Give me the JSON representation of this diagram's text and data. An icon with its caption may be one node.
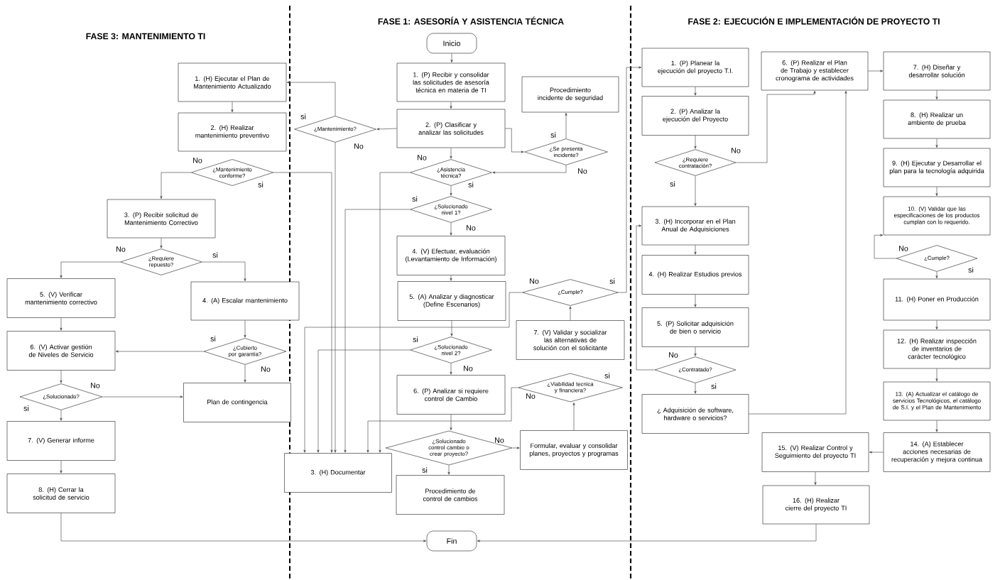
{
  "diagram": {
    "nodes": [
      {
        "text": [
          "Inicio"
        ]
      },
      {
        "text": [
          "1. (P) Recibir y consolidar las solicitudes de asesoría técnica en materia de TI"
        ]
      },
      {
        "text": [
          "2. (P) Clasificar y analizar las solicitudes"
        ]
      },
      {
        "text": [
          "Procedimiento incidente de seguridad"
        ]
      },
      {
        "text": [
          "¿Mantenimiento?"
        ]
      },
      {
        "text": [
          "¿Se presenta incidente?"
        ]
      },
      {
        "text": [
          "¿Asistencia técnica?"
        ]
      },
      {
        "text": [
          "¿Solucionado nivel 1?"
        ]
      },
      {
        "text": [
          "4. (V) Efectuar, evaluación (Levantamiento de Información)"
        ]
      },
      {
        "text": [
          "5. (A) Analizar y diagnosticar (Define Escenarios)"
        ]
      },
      {
        "text": [
          "¿Cumple?"
        ]
      },
      {
        "text": [
          "7. (V) Validar y socializar las alternativas de solución con el solicitante"
        ]
      },
      {
        "text": [
          "¿Solucionado nivel 2?"
        ]
      },
      {
        "text": [
          "6. (P) Analizar si requiere control de Cambio"
        ]
      },
      {
        "text": [
          "¿Viabilidad tecnica y financiera?"
        ]
      },
      {
        "text": [
          "¿Solucionado control cambio o crear proyecto?"
        ]
      },
      {
        "text": [
          "Formular, evaluar y consolidar planes, proyectos y programas"
        ]
      },
      {
        "text": [
          "Procedimiento de control de cambios"
        ]
      },
      {
        "text": [
          "3. (H) Documentar"
        ]
      },
      {
        "text": [
          "Fin"
        ]
      },
      {
        "text": [
          "1. (H) Ejecutar el Plan de Mantenimiento Actualizado"
        ]
      },
      {
        "text": [
          "2. (H) Realizar mantenimiento preventivo"
        ]
      },
      {
        "text": [
          "¿Mantenimiento conforme?"
        ]
      },
      {
        "text": [
          "3. (P) Recibir solicitud de Mantenimiento Correctivo"
        ]
      },
      {
        "text": [
          "¿Requiere repuesto?"
        ]
      },
      {
        "text": [
          "5. (V) Verificar mantenimiento correctivo"
        ]
      },
      {
        "text": [
          "4. (A) Escalar mantenimiento"
        ]
      },
      {
        "text": [
          "6. (V) Activar gestión de Niveles de Servicio"
        ]
      },
      {
        "text": [
          "¿Cubierto por garantía?"
        ]
      },
      {
        "text": [
          "¿Solucionado?"
        ]
      },
      {
        "text": [
          "Plan de contingencia"
        ]
      },
      {
        "text": [
          "7. (V) Generar informe"
        ]
      },
      {
        "text": [
          "8. (H) Cerrar la solicitud de servicio"
        ]
      },
      {
        "text": [
          "1. (P) Planear la ejecución del proyecto T.I."
        ]
      },
      {
        "text": [
          "2. (P) Analizar la ejecución del Proyecto"
        ]
      },
      {
        "text": [
          "¿Requiere contratación?"
        ]
      },
      {
        "text": [
          "6. (P) Realizar el Plan de Trabajo y establecer cronograma de actividades"
        ]
      },
      {
        "text": [
          "7. (H) Diseñar y desarrollar solución"
        ]
      },
      {
        "text": [
          "8. (H) Realizar un ambiente de prueba"
        ]
      },
      {
        "text": [
          "9. (H) Ejecutar y Desarrollar el plan para la tecnología adquirida"
        ]
      },
      {
        "text": [
          "10. (V) Validar que las especificaciones de los productos cumplan con lo requerido."
        ]
      },
      {
        "text": [
          "¿Cumple?"
        ]
      },
      {
        "text": [
          "11. (H) Poner en Producción"
        ]
      },
      {
        "text": [
          "12. (H) Realizar inspección de inventarios de carácter tecnológico"
        ]
      },
      {
        "text": [
          "13. (A) Actualizar el catálogo de servicios Tecnológicos, el catálogo de S.I. y el Plan de Mantenimiento"
        ]
      },
      {
        "text": [
          "14. (A) Establecer acciones necesarias de recuperación y mejora continua"
        ]
      },
      {
        "text": [
          "3. (H) Incorporar en el Plan Anual de Adquisiciones"
        ]
      },
      {
        "text": [
          "4. (H) Realizar Estudios previos"
        ]
      },
      {
        "text": [
          "5. (P) Solicitar adquisición de bien o servicio"
        ]
      },
      {
        "text": [
          "¿Contratado?"
        ]
      },
      {
        "text": [
          "¿ Adquisición de software, hardware o servicios?"
        ]
      },
      {
        "text": [
          "15. (V) Realizar Control y Seguimiento del proyecto TI"
        ]
      },
      {
        "text": [
          "16. (H) Realizar cierre del proyecto TI"
        ]
      }
    ],
    "edges": [
      {
        "from": 0,
        "to": 1,
        "arrow": "to"
      },
      {
        "from": 1,
        "to": 2,
        "arrow": "to"
      },
      {
        "from": 2,
        "to": 4,
        "arrow": "to"
      },
      {
        "from": 4,
        "to": 20,
        "arrow": "to",
        "label": "si"
      },
      {
        "from": 4,
        "to": 18,
        "arrow": "to",
        "label": "No"
      },
      {
        "from": 2,
        "to": 5,
        "arrow": "to"
      },
      {
        "from": 5,
        "to": 3,
        "arrow": "to",
        "label": "si"
      },
      {
        "from": 5,
        "to": 6,
        "arrow": "to",
        "label": "No"
      },
      {
        "from": 2,
        "to": 6,
        "arrow": "to"
      },
      {
        "from": 6,
        "to": 18,
        "arrow": "to",
        "label": "No"
      },
      {
        "from": 6,
        "to": 7,
        "arrow": "to",
        "label": "si"
      },
      {
        "from": 7,
        "to": 18,
        "arrow": "to",
        "label": "si"
      },
      {
        "from": 7,
        "to": 8,
        "arrow": "to",
        "label": "No"
      },
      {
        "from": 8,
        "to": 9,
        "arrow": "to"
      },
      {
        "from": 9,
        "to": 12,
        "arrow": "to"
      },
      {
        "from": 10,
        "to": 18,
        "arrow": "to",
        "label": "No"
      },
      {
        "from": 11,
        "to": 10,
        "arrow": "to"
      },
      {
        "from": 10,
        "to": 33,
        "arrow": "to",
        "label": "si"
      },
      {
        "from": 12,
        "to": 18,
        "arrow": "to",
        "label": "si"
      },
      {
        "from": 12,
        "to": 13,
        "arrow": "to",
        "label": "No"
      },
      {
        "from": 13,
        "to": 15,
        "arrow": "to"
      },
      {
        "from": 15,
        "to": 17,
        "arrow": "to",
        "label": "si"
      },
      {
        "from": 15,
        "to": 16,
        "arrow": "to",
        "label": "No"
      },
      {
        "from": 16,
        "to": 14,
        "arrow": "to"
      },
      {
        "from": 14,
        "to": 18,
        "arrow": "to",
        "label": "No"
      },
      {
        "from": 32,
        "to": 19,
        "arrow": "to"
      },
      {
        "from": 52,
        "to": 19,
        "arrow": "to"
      },
      {
        "from": 20,
        "to": 21,
        "arrow": "to"
      },
      {
        "from": 22,
        "to": 23,
        "arrow": "to",
        "label": "No"
      },
      {
        "from": 22,
        "to": 18,
        "arrow": "to",
        "label": "si"
      },
      {
        "from": 23,
        "to": 24,
        "arrow": "to"
      },
      {
        "from": 24,
        "to": 25,
        "arrow": "to",
        "label": "No"
      },
      {
        "from": 24,
        "to": 26,
        "arrow": "to",
        "label": "si"
      },
      {
        "from": 25,
        "to": 27,
        "arrow": "to"
      },
      {
        "from": 26,
        "to": 28,
        "arrow": "to"
      },
      {
        "from": 28,
        "to": 27,
        "arrow": "to",
        "label": "si"
      },
      {
        "from": 28,
        "to": 30,
        "arrow": "to",
        "label": "No"
      },
      {
        "from": 27,
        "to": 29,
        "arrow": "to"
      },
      {
        "from": 29,
        "to": 30,
        "arrow": "to",
        "label": "No"
      },
      {
        "from": 29,
        "to": 31,
        "arrow": "to",
        "label": "si"
      },
      {
        "from": 31,
        "to": 32,
        "arrow": "to"
      },
      {
        "from": 33,
        "to": 34,
        "arrow": "to"
      },
      {
        "from": 34,
        "to": 35,
        "arrow": "to"
      },
      {
        "from": 35,
        "to": 46,
        "arrow": "to",
        "label": "si"
      },
      {
        "from": 35,
        "to": 36,
        "arrow": "to",
        "label": "No"
      },
      {
        "from": 36,
        "to": 37,
        "arrow": "to"
      },
      {
        "from": 37,
        "to": 38,
        "arrow": "to"
      },
      {
        "from": 38,
        "to": 39,
        "arrow": "to"
      },
      {
        "from": 39,
        "to": 40,
        "arrow": "to"
      },
      {
        "from": 41,
        "to": 40,
        "arrow": "to",
        "label": "No"
      },
      {
        "from": 41,
        "to": 42,
        "arrow": "to",
        "label": "si"
      },
      {
        "from": 42,
        "to": 43,
        "arrow": "to"
      },
      {
        "from": 43,
        "to": 44,
        "arrow": "to"
      },
      {
        "from": 44,
        "to": 45,
        "arrow": "to"
      },
      {
        "from": 45,
        "to": 51,
        "arrow": "to"
      },
      {
        "from": 51,
        "to": 52,
        "arrow": "to"
      },
      {
        "from": 46,
        "to": 47,
        "arrow": "to"
      },
      {
        "from": 47,
        "to": 48,
        "arrow": "to"
      },
      {
        "from": 48,
        "to": 49,
        "arrow": "to"
      },
      {
        "from": 49,
        "to": 50,
        "arrow": "to",
        "label": "si"
      },
      {
        "from": 49,
        "to": 46,
        "arrow": "to",
        "label": "No"
      },
      {
        "from": 50,
        "to": 36,
        "arrow": "to"
      }
    ],
    "labels": [
      "FASE 3: MANTENIMIENTO TI",
      "FASE 1: ASESORÍA Y ASISTENCIA TÉCNICA",
      "FASE 2: EJECUCIÓN E IMPLEMENTACIÓN DE PROYECTO TI",
      "si"
    ]
  }
}
